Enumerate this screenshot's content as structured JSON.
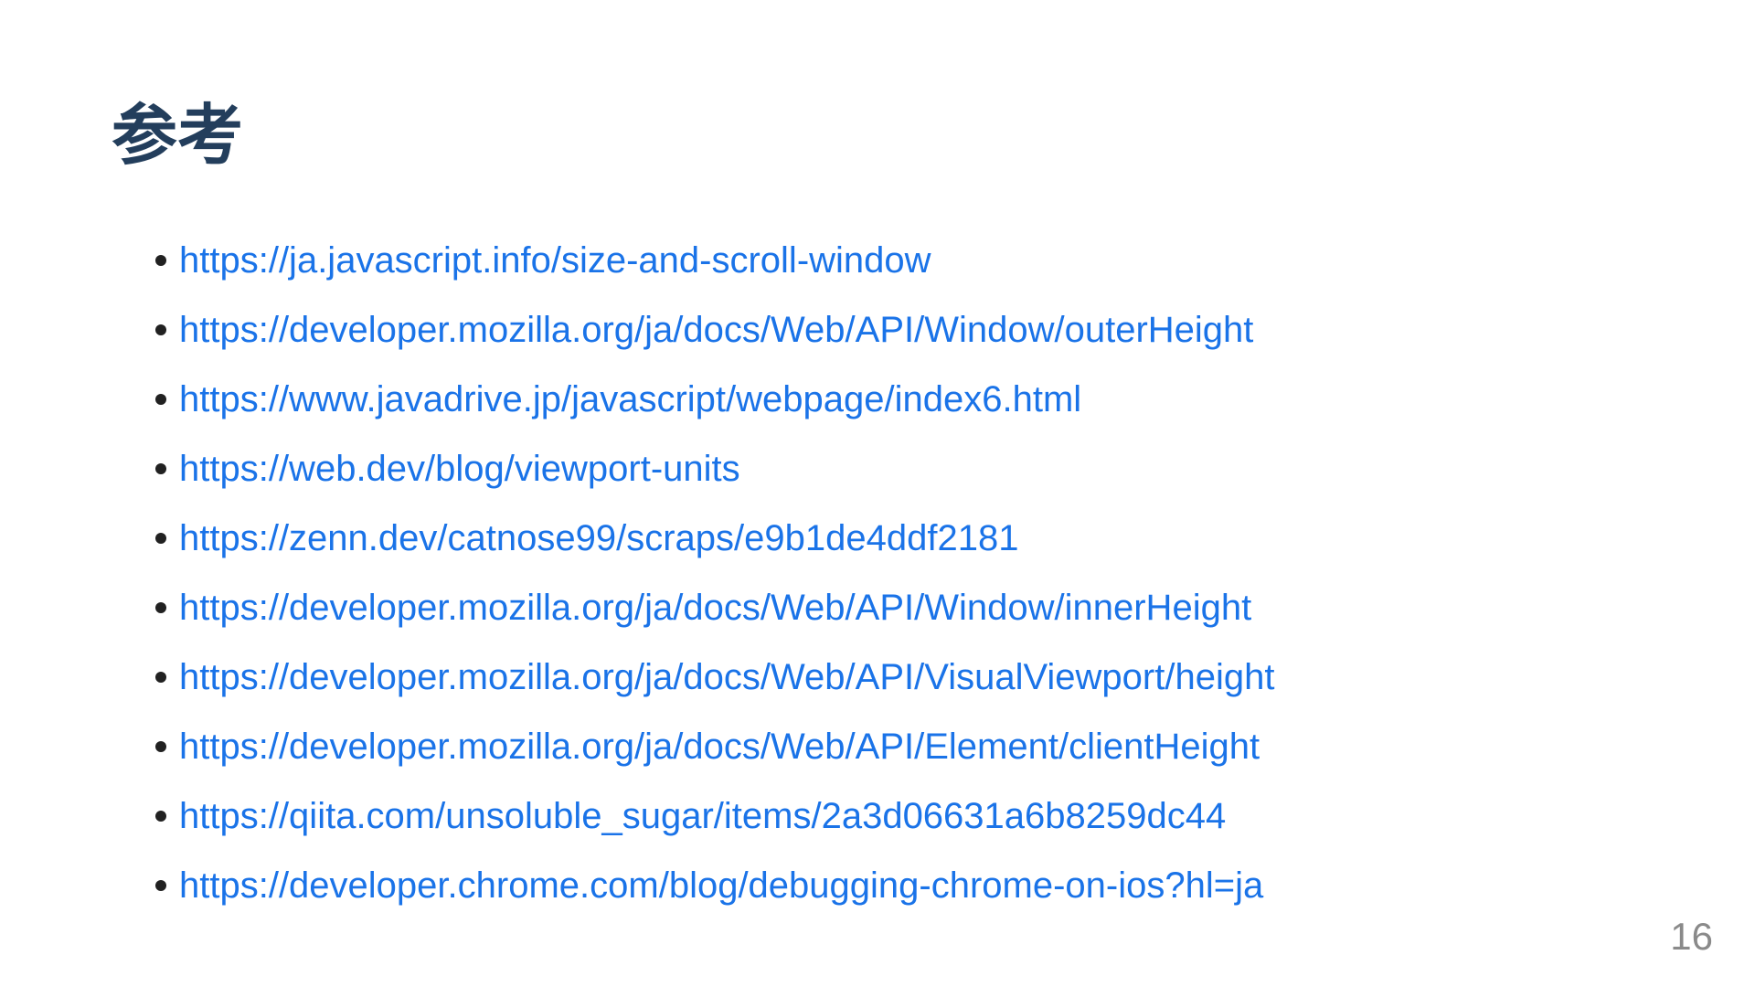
{
  "slide": {
    "title": "参考",
    "page_number": "16",
    "links": [
      "https://ja.javascript.info/size-and-scroll-window",
      "https://developer.mozilla.org/ja/docs/Web/API/Window/outerHeight",
      "https://www.javadrive.jp/javascript/webpage/index6.html",
      "https://web.dev/blog/viewport-units",
      "https://zenn.dev/catnose99/scraps/e9b1de4ddf2181",
      "https://developer.mozilla.org/ja/docs/Web/API/Window/innerHeight",
      "https://developer.mozilla.org/ja/docs/Web/API/VisualViewport/height",
      "https://developer.mozilla.org/ja/docs/Web/API/Element/clientHeight",
      "https://qiita.com/unsoluble_sugar/items/2a3d06631a6b8259dc44",
      "https://developer.chrome.com/blog/debugging-chrome-on-ios?hl=ja"
    ],
    "colors": {
      "background": "#FFFFFF",
      "heading": "#233E5C",
      "link": "#1A73E8",
      "bullet": "#212121",
      "page_number": "#8A8A8A"
    }
  }
}
